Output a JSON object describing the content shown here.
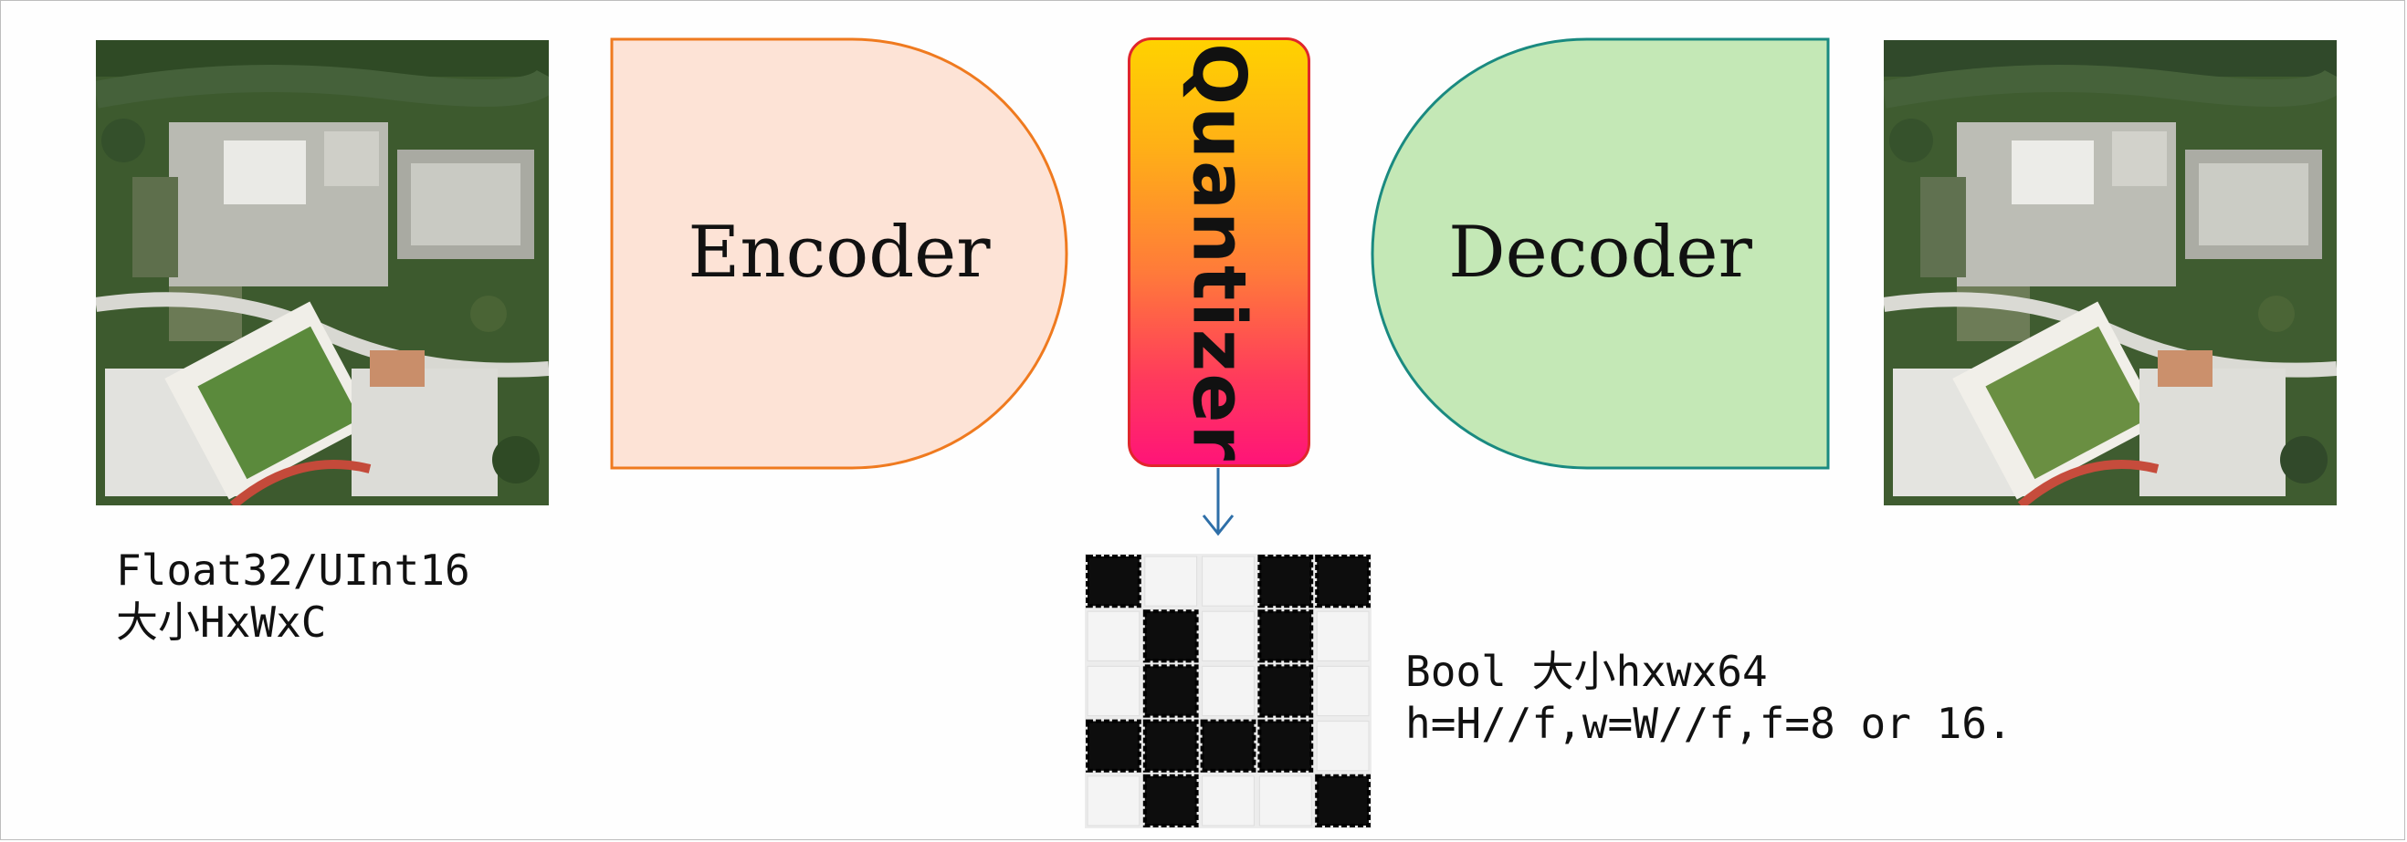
{
  "diagram": {
    "encoder_label": "Encoder",
    "quantizer_label": "Quantizer",
    "decoder_label": "Decoder",
    "input_caption": {
      "line1": "Float32/UInt16",
      "line2": "大小HxWxC"
    },
    "bool_caption": {
      "line1": "Bool 大小hxwx64",
      "line2": "h=H//f,w=W//f,f=8 or 16."
    },
    "bool_grid": [
      [
        1,
        0,
        0,
        1,
        1
      ],
      [
        0,
        1,
        0,
        1,
        0
      ],
      [
        0,
        1,
        0,
        1,
        0
      ],
      [
        1,
        1,
        1,
        1,
        0
      ],
      [
        0,
        1,
        0,
        0,
        1
      ]
    ],
    "colors": {
      "encoder_fill": "#fde3d6",
      "encoder_stroke": "#ef7a1f",
      "decoder_fill": "#c4e8b6",
      "decoder_stroke": "#1a8a80",
      "quantizer_border": "#e0262c",
      "arrow": "#2e6fa8"
    },
    "icons": {
      "input_image": "satellite-image",
      "output_image": "satellite-image",
      "arrow": "arrow-down-icon"
    }
  }
}
